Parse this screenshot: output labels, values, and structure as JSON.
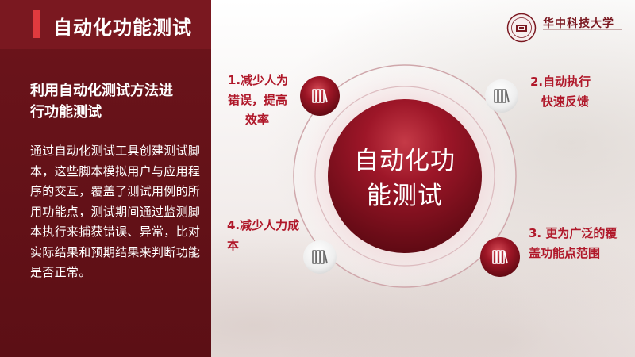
{
  "header": {
    "title": "自动化功能测试"
  },
  "logo": {
    "text": "华中科技大学"
  },
  "left": {
    "heading_line1": "利用自动化测试方法进",
    "heading_line2": "行功能测试",
    "paragraph": "通过自动化测试工具创建测试脚本，这些脚本模拟用户与应用程序的交互，覆盖了测试用例的所用功能点，测试期间通过监测脚本执行来捕获错误、异常，比对实际结果和预期结果来判断功能是否正常。"
  },
  "diagram": {
    "center_line1": "自动化功",
    "center_line2": "能测试",
    "items": [
      {
        "line1": "1.减少人为",
        "line2": "错误，提高",
        "line3": "效率",
        "icon": "books-icon"
      },
      {
        "line1": "2.自动执行",
        "line2": "快速反馈",
        "icon": "books-icon"
      },
      {
        "line1": "3. 更为广泛的覆",
        "line2": "盖功能点范围",
        "icon": "books-icon"
      },
      {
        "line1": "4.减少人力成",
        "line2": "本",
        "icon": "books-icon"
      }
    ]
  },
  "colors": {
    "panel": "#6c141b",
    "accent": "#e03a3e",
    "label": "#b0182a",
    "center": "#8a0f1f"
  }
}
